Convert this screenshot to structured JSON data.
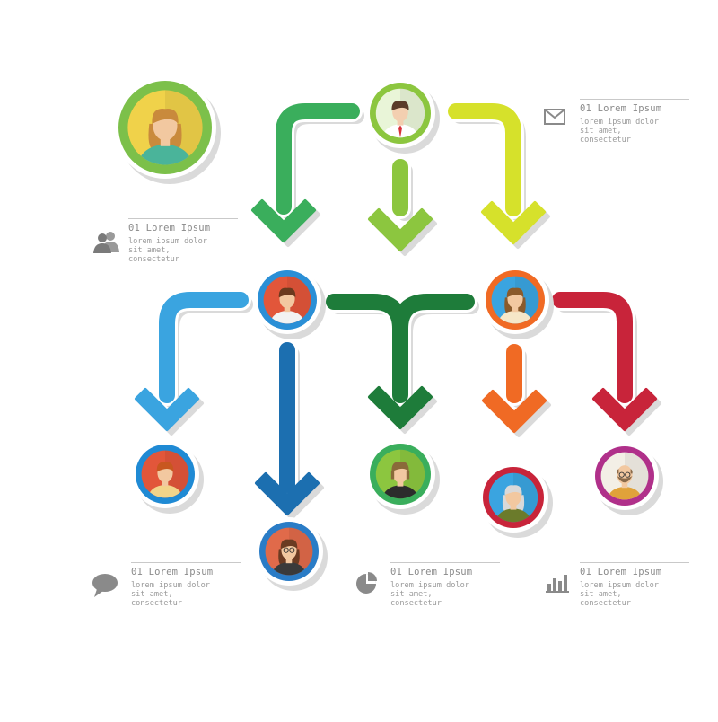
{
  "colors": {
    "background": "#ffffff",
    "shadow": "#dadada",
    "arrow_green": "#3aae5c",
    "arrow_lime": "#8cc63f",
    "arrow_yellow": "#d6e12b",
    "arrow_sky": "#3aa4e0",
    "arrow_navy": "#1c6fb0",
    "arrow_darkgreen": "#1e7c3a",
    "arrow_orange": "#f06a24",
    "arrow_red": "#c8243a",
    "text_gray": "#8c8c8c"
  },
  "notes": [
    {
      "icon": "mail-icon",
      "title": "01 Lorem Ipsum",
      "body": "lorem ipsum dolor\nsit amet,\nconsectetur"
    },
    {
      "icon": "users-icon",
      "title": "01 Lorem Ipsum",
      "body": "lorem ipsum dolor\nsit amet,\nconsectetur"
    },
    {
      "icon": "speech-bubble-icon",
      "title": "01 Lorem Ipsum",
      "body": "lorem ipsum dolor\nsit amet,\nconsectetur"
    },
    {
      "icon": "pie-chart-icon",
      "title": "01 Lorem Ipsum",
      "body": "lorem ipsum dolor\nsit amet,\nconsectetur"
    },
    {
      "icon": "bar-chart-icon",
      "title": "01 Lorem Ipsum",
      "body": "lorem ipsum dolor\nsit amet,\nconsectetur"
    }
  ],
  "people": [
    {
      "id": "woman-blonde-large",
      "ring": "#7cc04a",
      "bg": "#f0d24a",
      "skin": "#f2c8a0",
      "hair": "#c98a3c",
      "shirt": "#4ab49a",
      "style": "long"
    },
    {
      "id": "man-tie-top",
      "ring": "#8cc63f",
      "bg": "#e9f5d8",
      "skin": "#f3cfb0",
      "hair": "#5a3b2a",
      "shirt": "#ffffff",
      "style": "short",
      "tie": "#d8323a"
    },
    {
      "id": "man-red-bg",
      "ring": "#2a8fd6",
      "bg": "#e2563a",
      "skin": "#f2c8a0",
      "hair": "#6b3a1e",
      "shirt": "#f2f2f2",
      "style": "short"
    },
    {
      "id": "woman-orange-ring",
      "ring": "#f06a24",
      "bg": "#3aa4e0",
      "skin": "#f2c8a0",
      "hair": "#8a5a2b",
      "shirt": "#f6e7c8",
      "style": "long"
    },
    {
      "id": "boy-red-hair",
      "ring": "#1f8ad4",
      "bg": "#e2563a",
      "skin": "#f2c8a0",
      "hair": "#c8571f",
      "shirt": "#f2d48a",
      "style": "short"
    },
    {
      "id": "woman-glasses",
      "ring": "#2a7cc6",
      "bg": "#e06a4a",
      "skin": "#f2c8a0",
      "hair": "#6b3b22",
      "shirt": "#3a3a3a",
      "style": "long",
      "glasses": true
    },
    {
      "id": "woman-green-bg",
      "ring": "#3aae5c",
      "bg": "#8cc63f",
      "skin": "#f2c8a0",
      "hair": "#8a6a3a",
      "shirt": "#2c2c2c",
      "style": "bob"
    },
    {
      "id": "woman-gray-hair",
      "ring": "#c8243a",
      "bg": "#3aa4e0",
      "skin": "#f2c8a0",
      "hair": "#d9d9d9",
      "shirt": "#6b7b2b",
      "style": "long"
    },
    {
      "id": "man-beard-glasses",
      "ring": "#b0308a",
      "bg": "#f3efe6",
      "skin": "#f2c8a0",
      "hair": "#8a6a4a",
      "shirt": "#e0a23a",
      "style": "bald",
      "glasses": true,
      "beard": "#8a6a4a"
    }
  ]
}
